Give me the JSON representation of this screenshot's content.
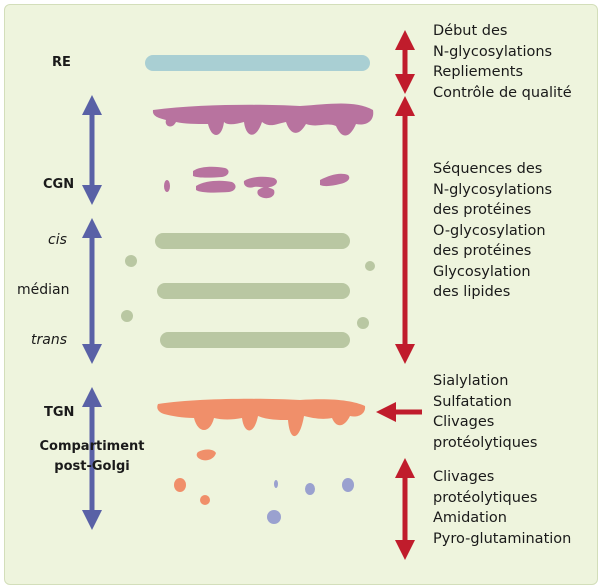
{
  "compartments": {
    "re": "RE",
    "cgn": "CGN",
    "cis": "cis",
    "median": "médian",
    "trans": "trans",
    "tgn": "TGN",
    "post_golgi": [
      "Compartiment",
      "post-Golgi"
    ]
  },
  "notes": {
    "re": [
      "Début des",
      "N-glycosylations",
      "Repliements",
      "Contrôle de qualité"
    ],
    "golgi": [
      "Séquences des",
      "N-glycosylations",
      "des protéines",
      "O-glycosylation",
      "des protéines",
      "Glycosylation",
      "des lipides"
    ],
    "tgn": [
      "Sialylation",
      "Sulfatation",
      "Clivages",
      "protéolytiques"
    ],
    "post_golgi": [
      "Clivages",
      "protéolytiques",
      "Amidation",
      "Pyro-glutamination"
    ]
  },
  "colors": {
    "background": "#eef4dd",
    "re_cisterna": "#a9cfd3",
    "cgn_membrane": "#b8739f",
    "golgi_cisterna": "#b9c7a2",
    "tgn_membrane": "#f08f6a",
    "vesicle_blue": "#9aa1cf",
    "blue_arrow": "#5961a6",
    "red_arrow": "#c01c2c"
  },
  "icons": [
    "double-headed-arrow",
    "left-arrow"
  ]
}
